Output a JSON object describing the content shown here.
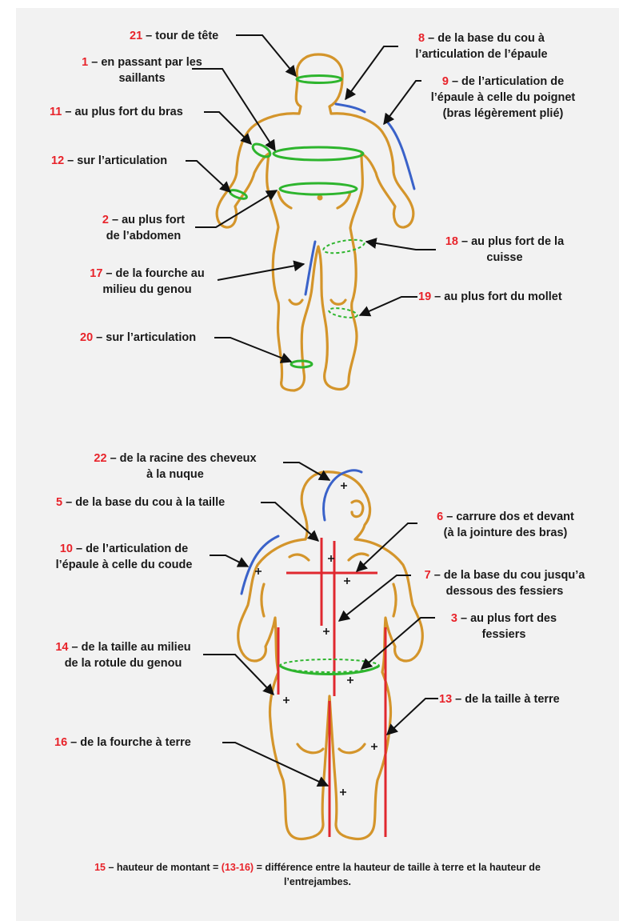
{
  "colors": {
    "body_outline": "#d4952b",
    "measure_green": "#2eb52e",
    "measure_blue": "#3a62c9",
    "measure_red": "#e0282f",
    "number_red": "#e8232a"
  },
  "front_labels": {
    "m21": {
      "num": "21",
      "text": " – tour de tête"
    },
    "m1_l1": {
      "num": "1",
      "text": " – en passant par les"
    },
    "m1_l2": "saillants",
    "m11": {
      "num": "11",
      "text": " – au plus fort du bras"
    },
    "m12": {
      "num": "12",
      "text": " – sur l’articulation"
    },
    "m2_l1": {
      "num": "2",
      "text": " – au plus fort"
    },
    "m2_l2": "de l’abdomen",
    "m17_l1": {
      "num": "17",
      "text": " – de la fourche au"
    },
    "m17_l2": "milieu du genou",
    "m20": {
      "num": "20",
      "text": " – sur l’articulation"
    },
    "m8_l1": {
      "num": "8",
      "text": " – de la base du cou à"
    },
    "m8_l2": "l’articulation de l’épaule",
    "m9_l1": {
      "num": "9",
      "text": " – de l’articulation de"
    },
    "m9_l2": "l’épaule à celle du poignet",
    "m9_l3": "(bras légèrement plié)",
    "m18_l1": {
      "num": "18",
      "text": " – au plus fort de la"
    },
    "m18_l2": "cuisse",
    "m19": {
      "num": "19",
      "text": " – au plus fort du mollet"
    }
  },
  "back_labels": {
    "m22_l1": {
      "num": "22",
      "text": " – de la racine des cheveux"
    },
    "m22_l2": "à la nuque",
    "m5": {
      "num": "5",
      "text": " – de la base du cou à la taille"
    },
    "m10_l1": {
      "num": "10",
      "text": " – de l’articulation de"
    },
    "m10_l2": "l’épaule à celle du coude",
    "m14_l1": {
      "num": "14",
      "text": " – de la taille au milieu"
    },
    "m14_l2": "de la rotule du genou",
    "m16": {
      "num": "16",
      "text": " – de la fourche  à terre"
    },
    "m6_l1": {
      "num": "6",
      "text": " – carrure dos et devant"
    },
    "m6_l2": "(à la jointure des bras)",
    "m7_l1": {
      "num": "7",
      "text": " – de la base du cou jusqu’a"
    },
    "m7_l2": "dessous des fessiers",
    "m3_l1": {
      "num": "3",
      "text": " – au plus fort des"
    },
    "m3_l2": "fessiers",
    "m13": {
      "num": "13",
      "text": " – de la taille à terre"
    }
  },
  "footer": {
    "num": "15",
    "text_a": " – hauteur de montant = ",
    "formula": "(13-16)",
    "text_b": " = différence entre la hauteur de taille à terre et la hauteur de",
    "line2": "l’entrejambes."
  }
}
